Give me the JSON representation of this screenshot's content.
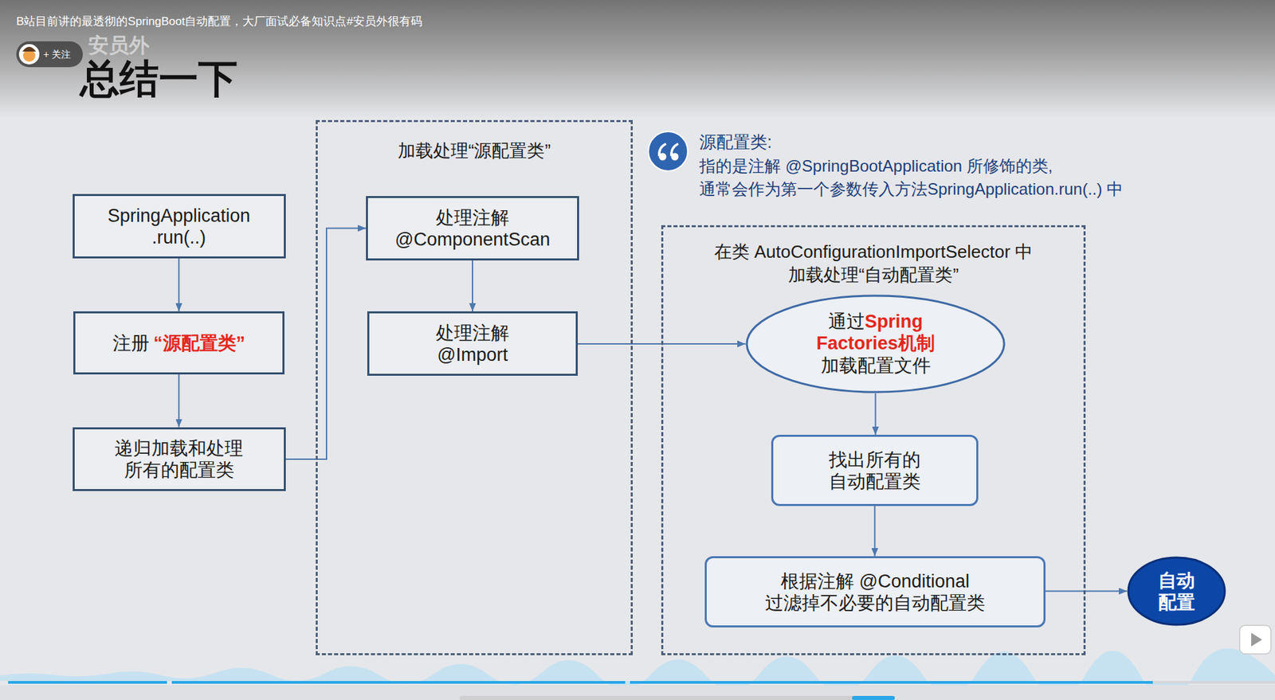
{
  "diagram": {
    "title": "总结一下",
    "nodes": [
      {
        "text": [
          "SpringApplication .run(..)"
        ]
      },
      {
        "text": [
          "注册",
          "“源配置类”"
        ]
      },
      {
        "text": [
          "递归加载和处理 所有的配置类"
        ]
      },
      {
        "text": [
          "加载处理“源配置类”"
        ]
      },
      {
        "text": [
          "处理注解 @ComponentScan"
        ],
        "in": 3
      },
      {
        "text": [
          "处理注解 @Import"
        ],
        "in": 3
      },
      {
        "text": [
          "在类 AutoConfigurationImportSelector 中 加载处理“自动配置类”"
        ]
      },
      {
        "text": [
          "通过",
          "Spring Factories机制",
          "加载配置文件"
        ],
        "in": 6
      },
      {
        "text": [
          "找出所有的 自动配置类"
        ],
        "in": 6
      },
      {
        "text": [
          "根据注解 @Conditional 过滤掉不必要的自动配置类"
        ],
        "in": 6
      },
      {
        "text": [
          "自动 配置"
        ]
      }
    ],
    "edges": [
      {
        "from": 0,
        "to": 1,
        "arrow": "to"
      },
      {
        "from": 1,
        "to": 2,
        "arrow": "to"
      },
      {
        "from": 2,
        "to": 4,
        "arrow": "to"
      },
      {
        "from": 4,
        "to": 5,
        "arrow": "to"
      },
      {
        "from": 5,
        "to": 7,
        "arrow": "to"
      },
      {
        "from": 7,
        "to": 8,
        "arrow": "to"
      },
      {
        "from": 8,
        "to": 9,
        "arrow": "to"
      },
      {
        "from": 9,
        "to": 10,
        "arrow": "to"
      }
    ],
    "labels": [
      "B站目前讲的最透彻的SpringBoot自动配置，大厂面试必备知识点#安员外很有码",
      "+ 关注",
      "安员外",
      "源配置类:",
      "指的是注解 @SpringBootApplication 所修饰的类, 通常会作为第一个参数传入方法SpringApplication.run(..) 中"
    ]
  }
}
